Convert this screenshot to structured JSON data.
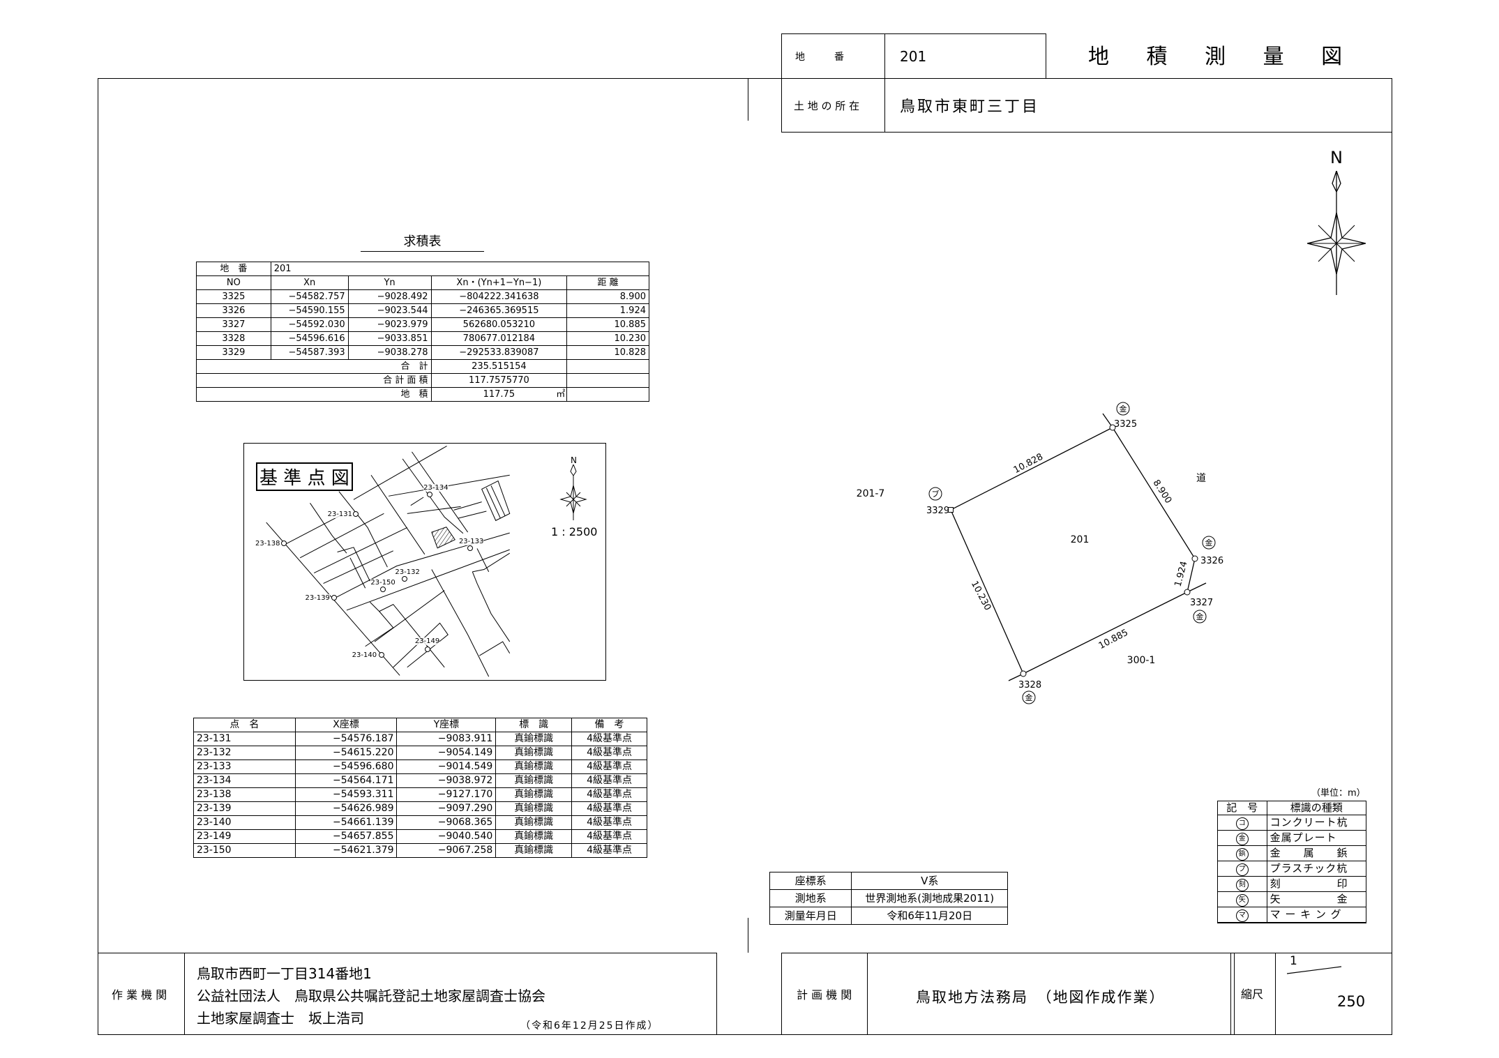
{
  "header": {
    "title": "地 積 測 量 図",
    "lot_label": "地　　　番",
    "lot_value": "201",
    "location_label": "土 地 の 所 在",
    "location_value": "鳥取市東町三丁目"
  },
  "area_table": {
    "title": "求積表",
    "lot_label": "地　番",
    "lot_value": "201",
    "columns": [
      "NO",
      "Xn",
      "Yn",
      "Xn・(Yn+1−Yn−1)",
      "距 離"
    ],
    "rows": [
      [
        "3325",
        "−54582.757",
        "−9028.492",
        "−804222.341638",
        "8.900"
      ],
      [
        "3326",
        "−54590.155",
        "−9023.544",
        "−246365.369515",
        "1.924"
      ],
      [
        "3327",
        "−54592.030",
        "−9023.979",
        "562680.053210",
        "10.885"
      ],
      [
        "3328",
        "−54596.616",
        "−9033.851",
        "780677.012184",
        "10.230"
      ],
      [
        "3329",
        "−54587.393",
        "−9038.278",
        "−292533.839087",
        "10.828"
      ]
    ],
    "sum_label": "合　計",
    "sum_value": "235.515154",
    "total_area_label": "合 計 面 積",
    "total_area_value": "117.7575770",
    "land_area_label": "地　積",
    "land_area_value": "117.75",
    "land_area_unit": "㎡"
  },
  "reference_map": {
    "title": "基 準 点 図",
    "north": "N",
    "scale": "1 : 2500",
    "points": [
      "23-134",
      "23-131",
      "23-138",
      "23-133",
      "23-132",
      "23-150",
      "23-139",
      "23-149",
      "23-140"
    ]
  },
  "control_points": {
    "columns": [
      "点　名",
      "X座標",
      "Y座標",
      "標　識",
      "備　考"
    ],
    "rows": [
      [
        "23-131",
        "−54576.187",
        "−9083.911",
        "真鍮標識",
        "4級基準点"
      ],
      [
        "23-132",
        "−54615.220",
        "−9054.149",
        "真鍮標識",
        "4級基準点"
      ],
      [
        "23-133",
        "−54596.680",
        "−9014.549",
        "真鍮標識",
        "4級基準点"
      ],
      [
        "23-134",
        "−54564.171",
        "−9038.972",
        "真鍮標識",
        "4級基準点"
      ],
      [
        "23-138",
        "−54593.311",
        "−9127.170",
        "真鍮標識",
        "4級基準点"
      ],
      [
        "23-139",
        "−54626.989",
        "−9097.290",
        "真鍮標識",
        "4級基準点"
      ],
      [
        "23-140",
        "−54661.139",
        "−9068.365",
        "真鍮標識",
        "4級基準点"
      ],
      [
        "23-149",
        "−54657.855",
        "−9040.540",
        "真鍮標識",
        "4級基準点"
      ],
      [
        "23-150",
        "−54621.379",
        "−9067.258",
        "真鍮標識",
        "4級基準点"
      ]
    ]
  },
  "plot": {
    "north": "N",
    "parcel": "201",
    "neighbors": [
      "201-7",
      "道",
      "300-1"
    ],
    "points": [
      {
        "no": "3325",
        "mark": "金"
      },
      {
        "no": "3326",
        "mark": "金"
      },
      {
        "no": "3327",
        "mark": "金"
      },
      {
        "no": "3328",
        "mark": "金"
      },
      {
        "no": "3329",
        "mark": "ブ"
      }
    ],
    "distances": [
      "10.828",
      "8.900",
      "1.924",
      "10.885",
      "10.230"
    ]
  },
  "legend": {
    "unit": "（単位：m）",
    "columns": [
      "記　号",
      "標識の種類"
    ],
    "rows": [
      {
        "symbol": "コ",
        "name": "コンクリート杭"
      },
      {
        "symbol": "金",
        "name": "金属プレート"
      },
      {
        "symbol": "鋲",
        "name": "金　　属　　鋲"
      },
      {
        "symbol": "プ",
        "name": "プラスチック杭"
      },
      {
        "symbol": "刻",
        "name": "刻　　　　　印"
      },
      {
        "symbol": "矢",
        "name": "矢　　　　　金"
      },
      {
        "symbol": "マ",
        "name": "マ ー キ ン グ"
      }
    ]
  },
  "coord_info": {
    "rows": [
      [
        "座標系",
        "Ⅴ系"
      ],
      [
        "測地系",
        "世界測地系(測地成果2011)"
      ],
      [
        "測量年月日",
        "令和6年11月20日"
      ]
    ]
  },
  "footer": {
    "work_org_label": "作 業 機 関",
    "work_org_lines": [
      "鳥取市西町一丁目314番地1",
      "公益社団法人　鳥取県公共嘱託登記土地家屋調査士協会",
      "土地家屋調査士　坂上浩司"
    ],
    "created": "（令和6年12月25日作成）",
    "plan_org_label": "計 画 機 関",
    "plan_org_value": "鳥取地方法務局　（地図作成作業）",
    "scale_label": "縮尺",
    "scale_numerator": "1",
    "scale_denominator": "250"
  }
}
